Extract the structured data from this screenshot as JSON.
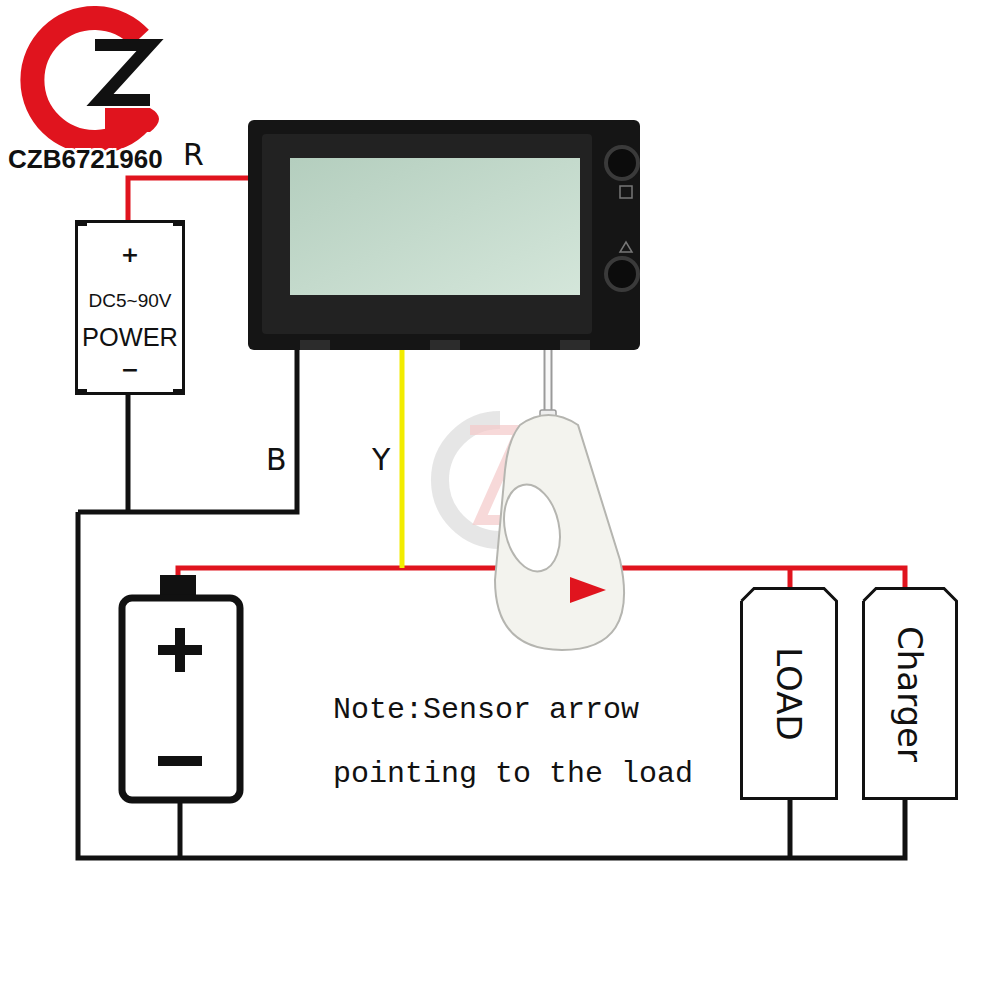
{
  "diagram": {
    "nodes": [
      {
        "text": [
          "+",
          "DC5~90V",
          "POWER",
          "−"
        ]
      },
      {
        "text": [
          "LOAD"
        ]
      },
      {
        "text": [
          "Charger"
        ]
      }
    ],
    "labels": [
      "CZB6721960",
      "R",
      "B",
      "Y",
      "Note:Sensor arrow pointing to the load"
    ]
  }
}
